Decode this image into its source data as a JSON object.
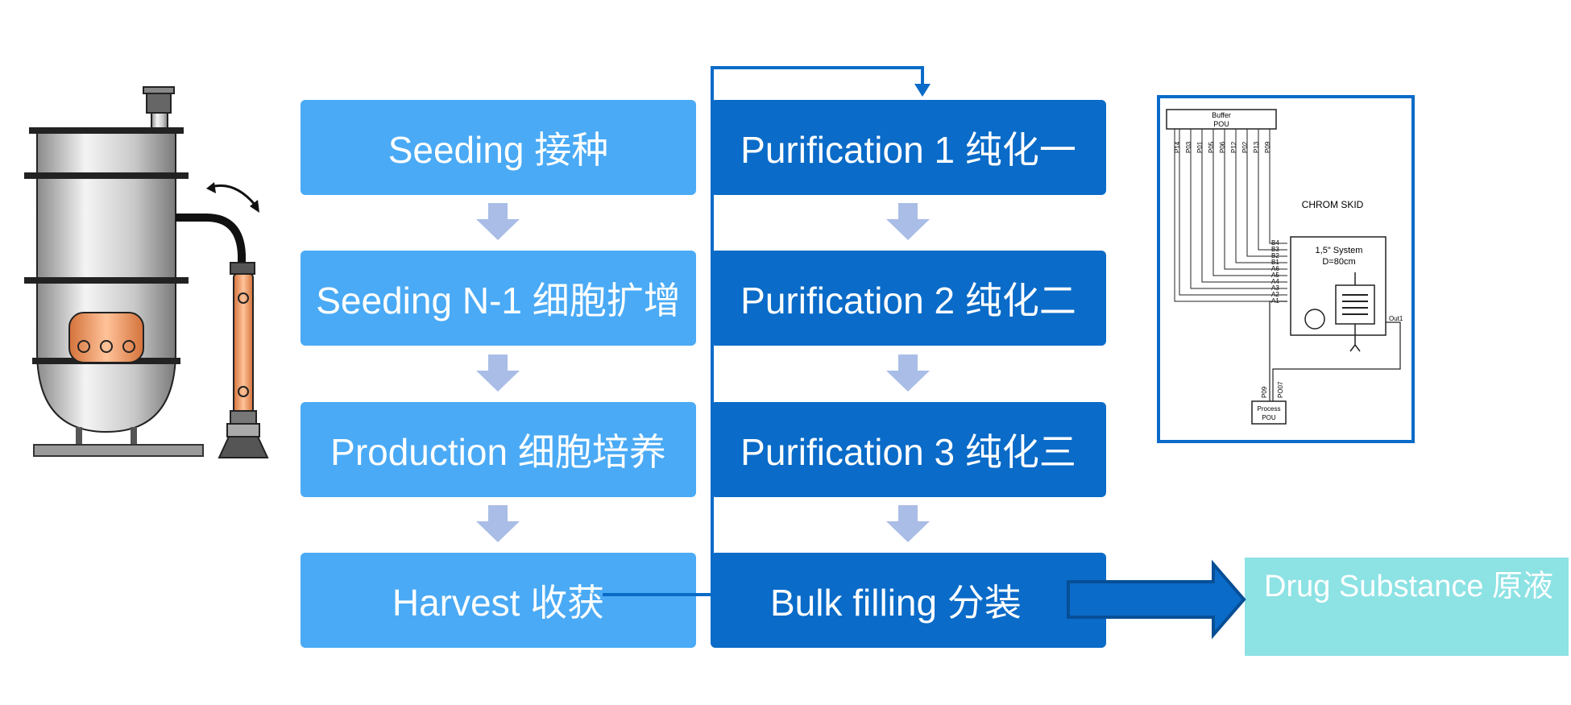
{
  "left_column": [
    {
      "label": "Seeding 接种"
    },
    {
      "label": "Seeding N-1 细胞扩增"
    },
    {
      "label": "Production 细胞培养"
    },
    {
      "label": "Harvest 收获"
    }
  ],
  "right_column": [
    {
      "label": "Purification 1 纯化一"
    },
    {
      "label": "Purification 2 纯化二"
    },
    {
      "label": "Purification 3 纯化三"
    },
    {
      "label": "Bulk filling 分装"
    }
  ],
  "output": {
    "label": "Drug Substance 原液"
  },
  "schematic": {
    "title": "CHROM SKID",
    "buffer_label_1": "Buffer",
    "buffer_label_2": "POU",
    "system_label_1": "1,5\" System",
    "system_label_2": "D=80cm",
    "out_label": "Out1",
    "process_label_1": "Process",
    "process_label_2": "POU",
    "ports_top": [
      "P14",
      "P03",
      "P01",
      "P05",
      "P06",
      "P12",
      "P02",
      "P13",
      "P09"
    ],
    "valves": [
      "B4",
      "B3",
      "B2",
      "B1",
      "A6",
      "A5",
      "A4",
      "A3",
      "A2",
      "A1"
    ],
    "ports_bottom": [
      "P09",
      "PO07"
    ]
  },
  "colors": {
    "light_box": "#4aaaf5",
    "dark_box": "#0a6bc8",
    "connector": "#0a6bc8",
    "step_arrow": "#a9bde6",
    "output_box": "#8de2e4"
  },
  "icons": {
    "bioreactor": "bioreactor-vessel-icon",
    "step_arrow": "down-arrow-icon",
    "output_arrow": "right-arrow-icon"
  }
}
